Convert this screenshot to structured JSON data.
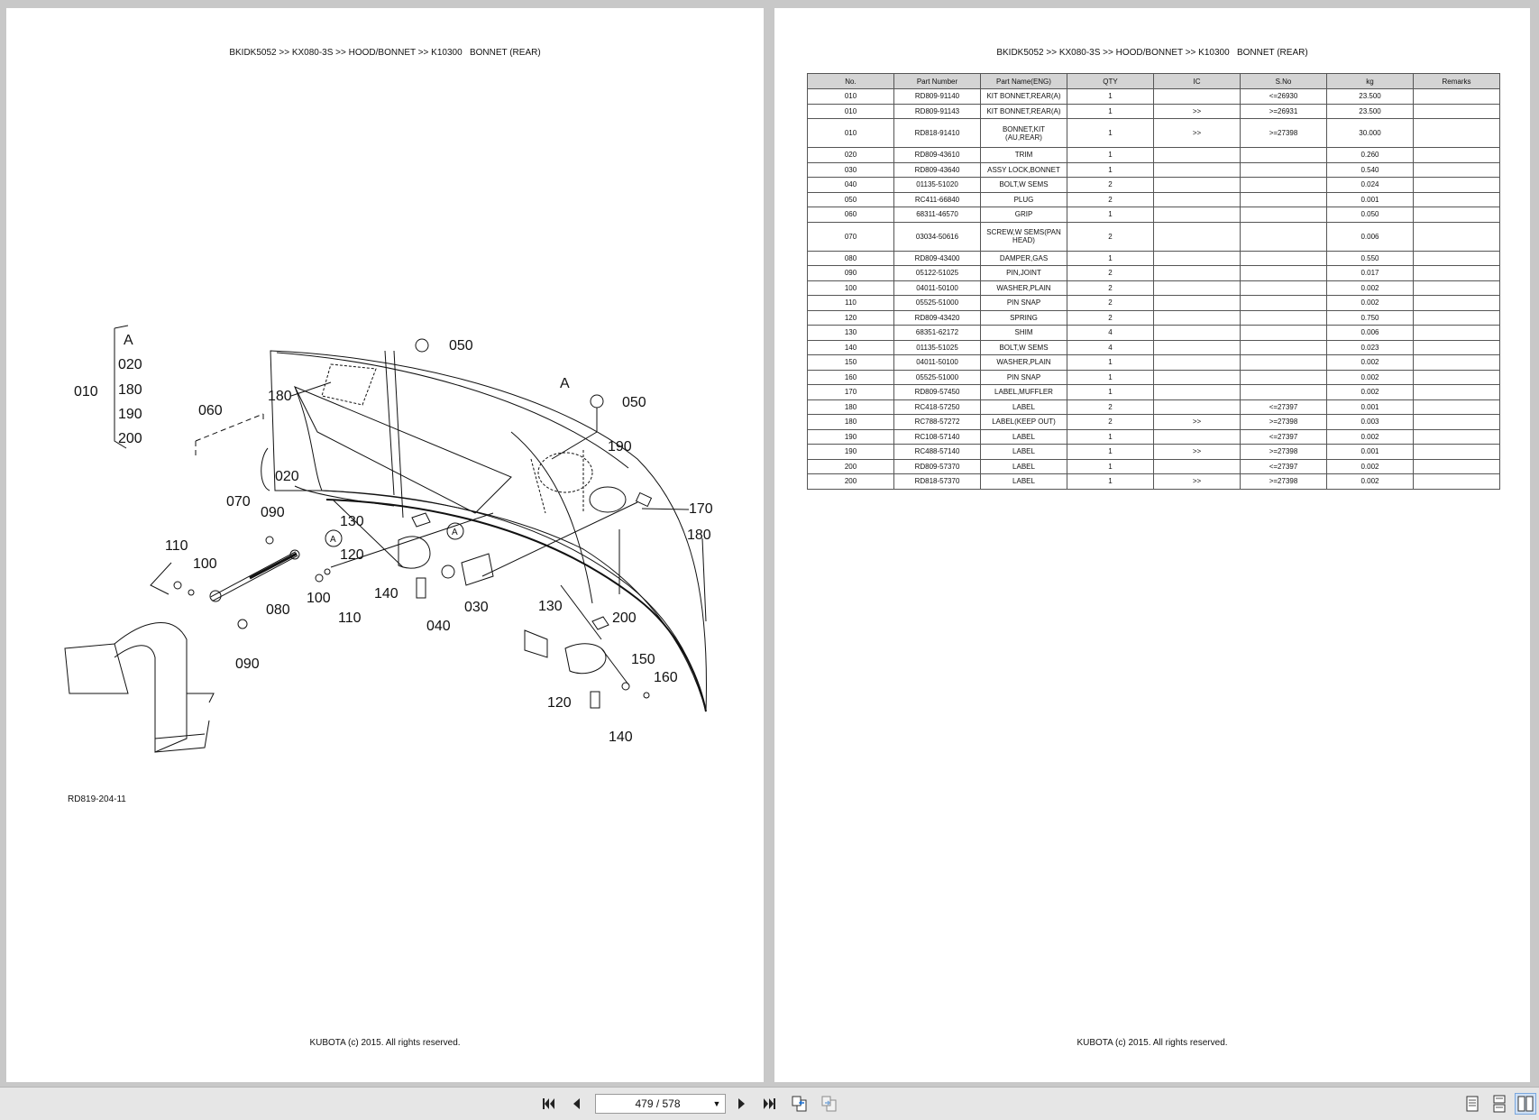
{
  "breadcrumb": "BKIDK5052 >> KX080-3S >> HOOD/BONNET >> K10300   BONNET (REAR)",
  "footer": "KUBOTA (c) 2015. All rights reserved.",
  "diagram": {
    "ref_code": "RD819-204-11",
    "callouts": [
      "A",
      "020",
      "180",
      "190",
      "200",
      "010",
      "180",
      "060",
      "050",
      "050",
      "A",
      "190",
      "020",
      "070",
      "090",
      "130",
      "A",
      "120",
      "A",
      "170",
      "180",
      "110",
      "100",
      "140",
      "030",
      "040",
      "080",
      "100",
      "110",
      "130",
      "200",
      "090",
      "150",
      "160",
      "120",
      "140"
    ]
  },
  "table": {
    "headers": [
      "No.",
      "Part Number",
      "Part Name(ENG)",
      "QTY",
      "IC",
      "S.No",
      "kg",
      "Remarks"
    ],
    "rows": [
      [
        "010",
        "RD809-91140",
        "KIT BONNET,REAR(A)",
        "1",
        "",
        "<=26930",
        "23.500",
        ""
      ],
      [
        "010",
        "RD809-91143",
        "KIT BONNET,REAR(A)",
        "1",
        ">>",
        ">=26931",
        "23.500",
        ""
      ],
      [
        "010",
        "RD818-91410",
        "BONNET,KIT\n(AU,REAR)",
        "1",
        ">>",
        ">=27398",
        "30.000",
        ""
      ],
      [
        "020",
        "RD809-43610",
        "TRIM",
        "1",
        "",
        "",
        "0.260",
        ""
      ],
      [
        "030",
        "RD809-43640",
        "ASSY LOCK,BONNET",
        "1",
        "",
        "",
        "0.540",
        ""
      ],
      [
        "040",
        "01135-51020",
        "BOLT,W SEMS",
        "2",
        "",
        "",
        "0.024",
        ""
      ],
      [
        "050",
        "RC411-66840",
        "PLUG",
        "2",
        "",
        "",
        "0.001",
        ""
      ],
      [
        "060",
        "68311-46570",
        "GRIP",
        "1",
        "",
        "",
        "0.050",
        ""
      ],
      [
        "070",
        "03034-50616",
        "SCREW,W SEMS(PAN\nHEAD)",
        "2",
        "",
        "",
        "0.006",
        ""
      ],
      [
        "080",
        "RD809-43400",
        "DAMPER,GAS",
        "1",
        "",
        "",
        "0.550",
        ""
      ],
      [
        "090",
        "05122-51025",
        "PIN,JOINT",
        "2",
        "",
        "",
        "0.017",
        ""
      ],
      [
        "100",
        "04011-50100",
        "WASHER,PLAIN",
        "2",
        "",
        "",
        "0.002",
        ""
      ],
      [
        "110",
        "05525-51000",
        "PIN SNAP",
        "2",
        "",
        "",
        "0.002",
        ""
      ],
      [
        "120",
        "RD809-43420",
        "SPRING",
        "2",
        "",
        "",
        "0.750",
        ""
      ],
      [
        "130",
        "68351-62172",
        "SHIM",
        "4",
        "",
        "",
        "0.006",
        ""
      ],
      [
        "140",
        "01135-51025",
        "BOLT,W SEMS",
        "4",
        "",
        "",
        "0.023",
        ""
      ],
      [
        "150",
        "04011-50100",
        "WASHER,PLAIN",
        "1",
        "",
        "",
        "0.002",
        ""
      ],
      [
        "160",
        "05525-51000",
        "PIN SNAP",
        "1",
        "",
        "",
        "0.002",
        ""
      ],
      [
        "170",
        "RD809-57450",
        "LABEL,MUFFLER",
        "1",
        "",
        "",
        "0.002",
        ""
      ],
      [
        "180",
        "RC418-57250",
        "LABEL",
        "2",
        "",
        "<=27397",
        "0.001",
        ""
      ],
      [
        "180",
        "RC788-57272",
        "LABEL(KEEP OUT)",
        "2",
        ">>",
        ">=27398",
        "0.003",
        ""
      ],
      [
        "190",
        "RC108-57140",
        "LABEL",
        "1",
        "",
        "<=27397",
        "0.002",
        ""
      ],
      [
        "190",
        "RC488-57140",
        "LABEL",
        "1",
        ">>",
        ">=27398",
        "0.001",
        ""
      ],
      [
        "200",
        "RD809-57370",
        "LABEL",
        "1",
        "",
        "<=27397",
        "0.002",
        ""
      ],
      [
        "200",
        "RD818-57370",
        "LABEL",
        "1",
        ">>",
        ">=27398",
        "0.002",
        ""
      ]
    ]
  },
  "toolbar": {
    "page_indicator": "479 / 578",
    "icons": [
      "first-page-icon",
      "prev-page-icon",
      "next-page-icon",
      "last-page-icon",
      "go-back-view-icon",
      "go-forward-view-icon",
      "single-page-view-icon",
      "continuous-view-icon",
      "two-page-view-icon"
    ]
  }
}
